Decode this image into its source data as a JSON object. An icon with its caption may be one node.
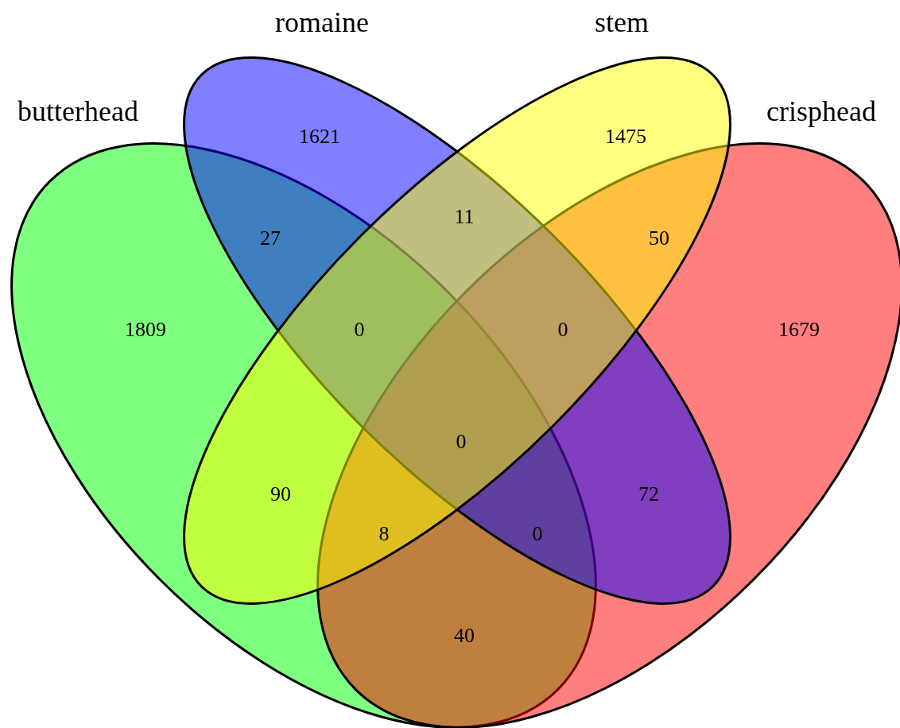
{
  "diagram": {
    "nodes": [
      {
        "text": [
          "butterhead"
        ]
      },
      {
        "text": [
          "romaine"
        ]
      },
      {
        "text": [
          "stem"
        ]
      },
      {
        "text": [
          "crisphead"
        ]
      }
    ],
    "labels": [
      "1621",
      "1475",
      "11",
      "27",
      "50",
      "1809",
      "0",
      "0",
      "1679",
      "0",
      "90",
      "72",
      "8",
      "0",
      "40"
    ]
  }
}
